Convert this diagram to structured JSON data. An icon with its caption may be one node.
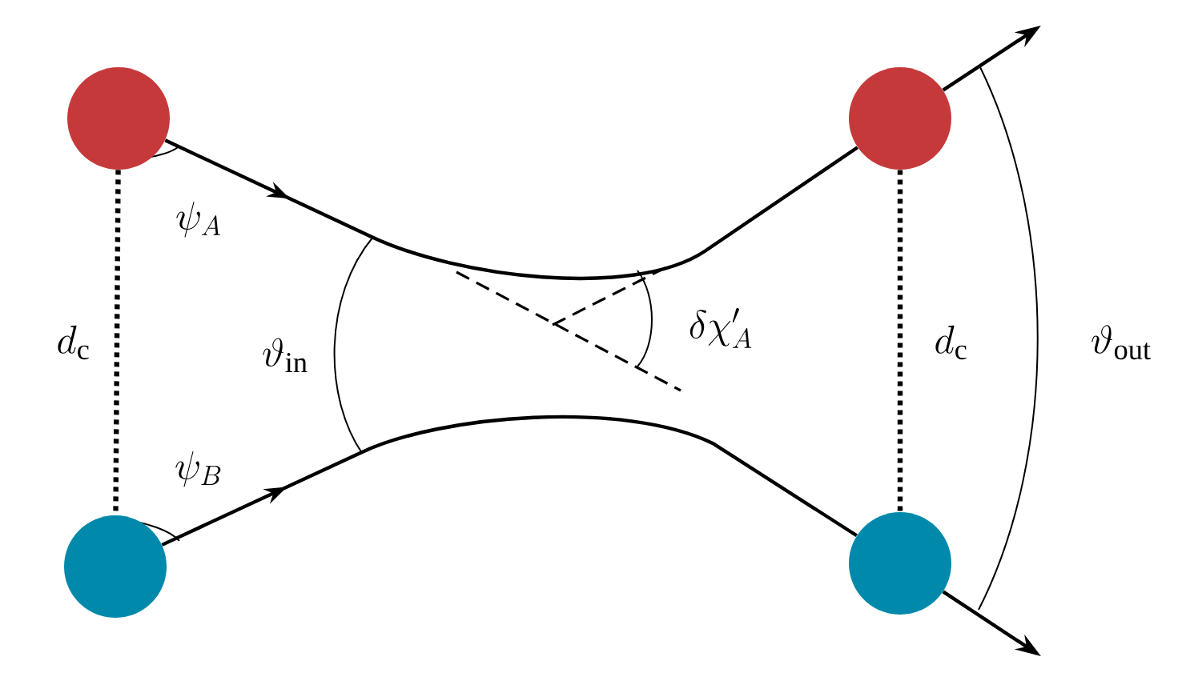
{
  "diagram": {
    "nodes": [
      {
        "text": [],
        "shape": "circle"
      },
      {
        "text": [],
        "shape": "circle"
      },
      {
        "text": [],
        "shape": "circle"
      },
      {
        "text": [],
        "shape": "circle"
      }
    ],
    "edges": [
      {
        "from": 0,
        "to": 2,
        "arrow": "to"
      },
      {
        "from": 2,
        "to": null,
        "arrow": "to"
      },
      {
        "from": 1,
        "to": 3,
        "arrow": "to"
      },
      {
        "from": 3,
        "to": null,
        "arrow": "to"
      },
      {
        "from": 0,
        "to": 1,
        "arrow": "none",
        "style": "dashed",
        "label": "d_\\mathrm{c}"
      },
      {
        "from": 2,
        "to": 3,
        "arrow": "none",
        "style": "dashed",
        "label": "d_\\mathrm{c}"
      }
    ],
    "labels": [
      "\\psi_A",
      "\\psi_B",
      "\\vartheta_\\mathrm{in}",
      "\\delta\\chi'_A",
      "\\vartheta_\\mathrm{out}"
    ]
  }
}
